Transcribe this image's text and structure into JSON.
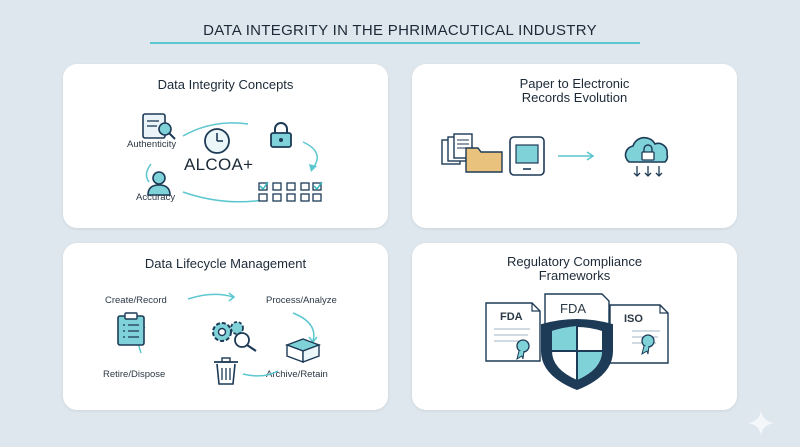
{
  "page": {
    "title": "DATA INTEGRITY IN THE PHRIMACUTICAL INDUSTRY"
  },
  "cards": {
    "concepts": {
      "title": "Data Integrity Concepts",
      "center_label": "ALCOA+",
      "labels": [
        "Authenticity",
        "Accuracy"
      ]
    },
    "paper": {
      "title_line1": "Paper to Electronic",
      "title_line2": "Records Evolution"
    },
    "lifecycle": {
      "title": "Data Lifecycle Management",
      "stages": [
        "Create/Record",
        "Process/Analyze",
        "Archive/Retain",
        "Retire/Dispose"
      ]
    },
    "compliance": {
      "title_line1": "Regulatory Compliance",
      "title_line2": "Frameworks",
      "documents": [
        "FDA",
        "FDA",
        "ISO"
      ]
    }
  },
  "colors": {
    "accent": "#5cc7cf",
    "ink": "#1d3a56",
    "teal_fill": "#7fd3d8"
  }
}
